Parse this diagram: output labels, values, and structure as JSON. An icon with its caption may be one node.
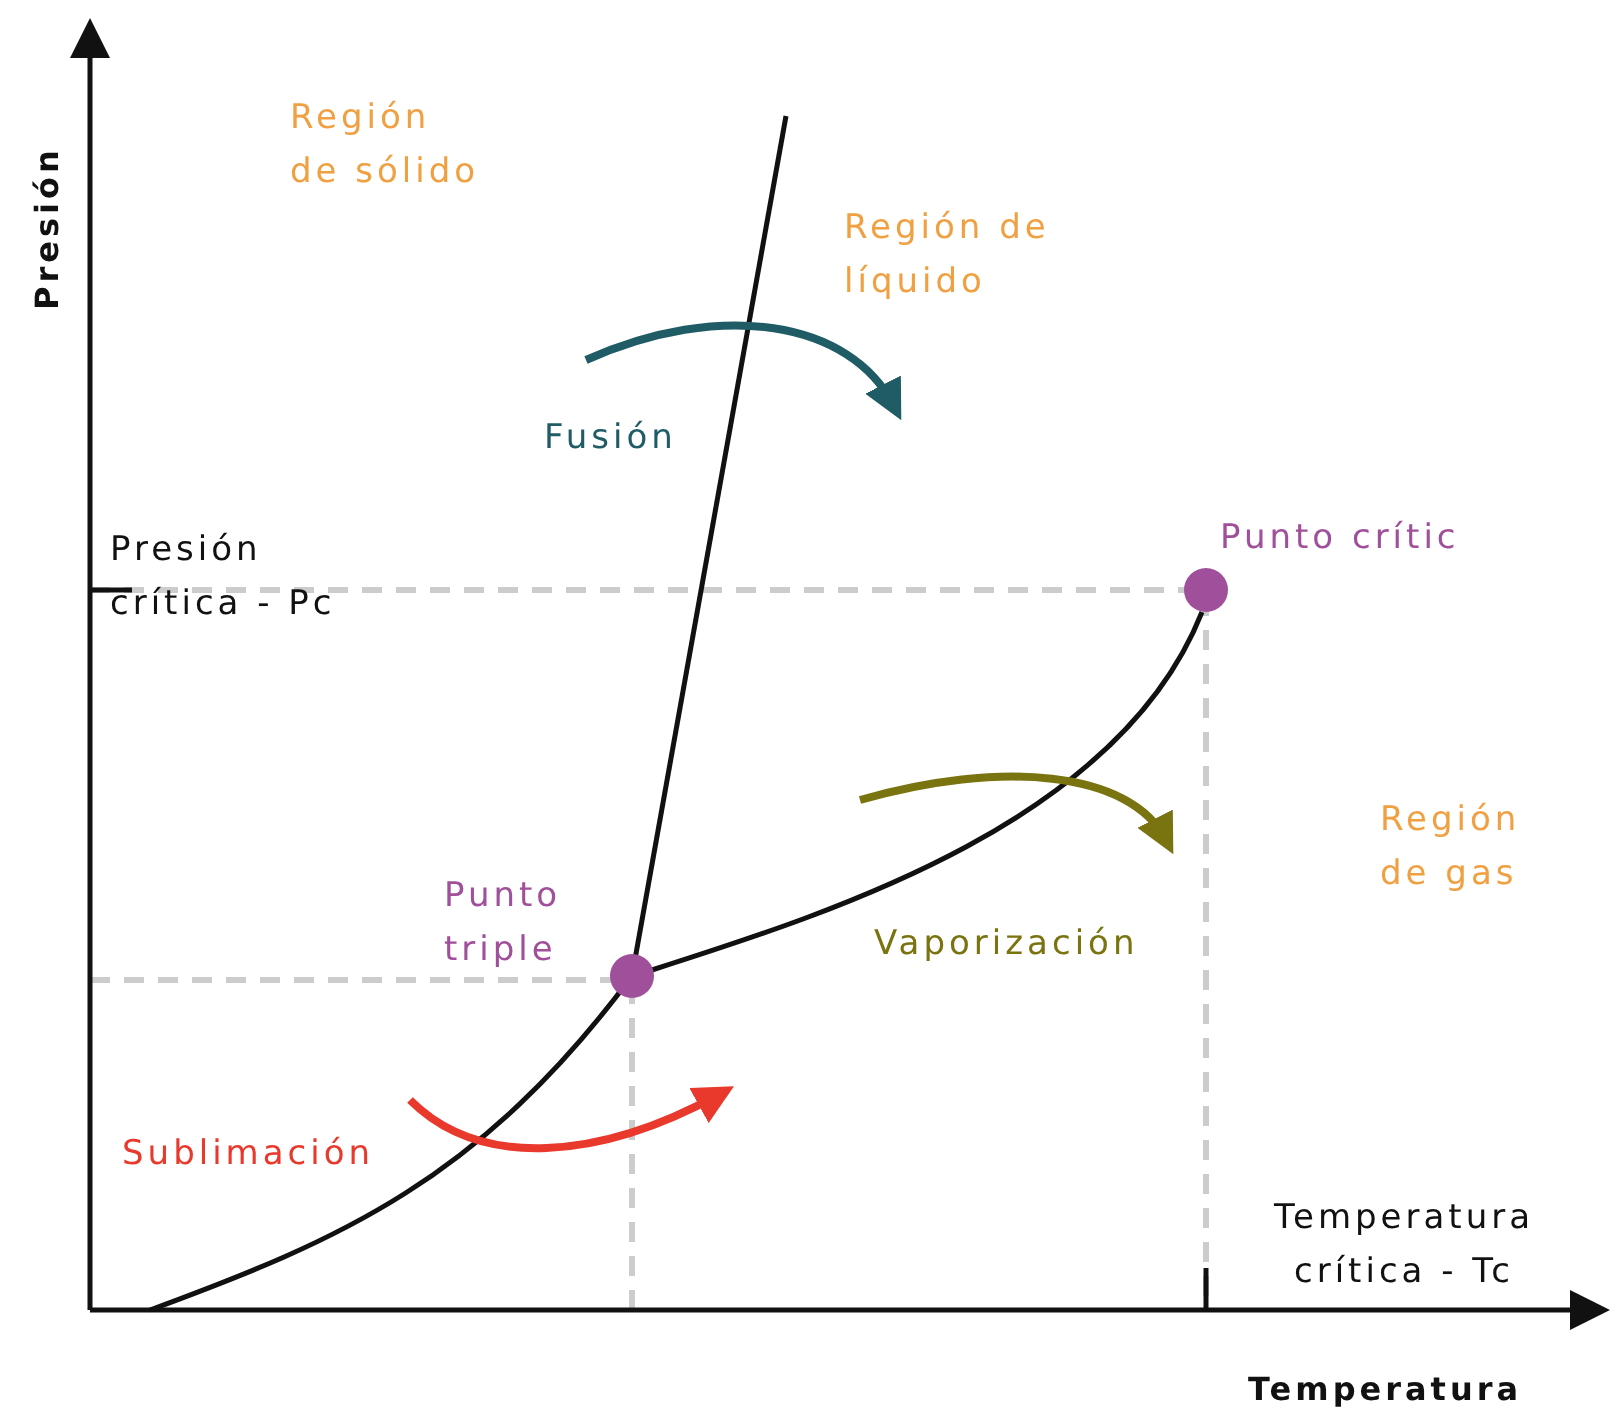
{
  "diagram": {
    "nodes": [
      {
        "text": [],
        "shape": "circle",
        "beside": [
          "Punto triple"
        ]
      },
      {
        "text": [],
        "shape": "circle",
        "beside": [
          "Punto crític"
        ]
      }
    ],
    "edges": [
      {
        "from": 0,
        "to": 1,
        "arrow": "none"
      }
    ],
    "labels": [
      "Presión",
      "Región de sólido",
      "Región de líquido",
      "Fusión",
      "Presión crítica - Pc",
      "Región de gas",
      "Vaporización",
      "Sublimación",
      "Temperatura crítica - Tc",
      "Temperatura"
    ]
  }
}
